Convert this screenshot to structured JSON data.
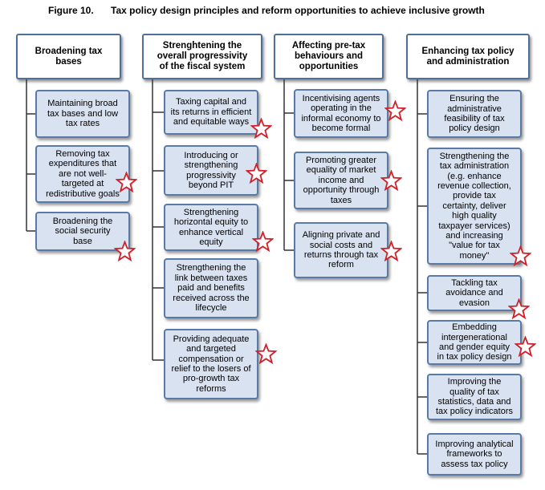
{
  "figure": {
    "number": "Figure 10.",
    "title": "Tax policy design principles and reform opportunities to achieve inclusive growth"
  },
  "columns": [
    {
      "header": "Broadening tax\nbases",
      "items": [
        {
          "text": "Maintaining broad\ntax bases and low\ntax rates",
          "star": false
        },
        {
          "text": "Removing tax\nexpenditures that\nare not well-\ntargeted at\nredistributive goals",
          "star": true
        },
        {
          "text": "Broadening the\nsocial security\nbase",
          "star": true
        }
      ]
    },
    {
      "header": "Strenghtening the\noverall progressivity\nof the fiscal system",
      "items": [
        {
          "text": "Taxing capital and\nits returns in efficient\nand equitable ways",
          "star": true
        },
        {
          "text": "Introducing or\nstrengthening\nprogressivity\nbeyond PIT",
          "star": true
        },
        {
          "text": "Strengthening\nhorizontal equity to\nenhance vertical\nequity",
          "star": true
        },
        {
          "text": "Strengthening the\nlink between taxes\npaid and benefits\nreceived across the\nlifecycle",
          "star": false
        },
        {
          "text": "Providing adequate\nand targeted\ncompensation or\nrelief to the losers of\npro-growth tax\nreforms",
          "star": true
        }
      ]
    },
    {
      "header": "Affecting pre-tax\nbehaviours and\nopportunities",
      "items": [
        {
          "text": "Incentivising agents\noperating in the\ninformal economy to\nbecome formal",
          "star": true
        },
        {
          "text": "Promoting greater\nequality of market\nincome and\nopportunity through\ntaxes",
          "star": true
        },
        {
          "text": "Aligning private and\nsocial costs and\nreturns through tax\nreform",
          "star": true
        }
      ]
    },
    {
      "header": "Enhancing tax policy\nand administration",
      "items": [
        {
          "text": "Ensuring the\nadministrative\nfeasibility of tax\npolicy design",
          "star": false
        },
        {
          "text": "Strengthening the\ntax administration\n(e.g. enhance\nrevenue collection,\nprovide tax\ncertainty, deliver\nhigh quality\ntaxpayer services)\nand increasing\n\"value for tax\nmoney\"",
          "star": true
        },
        {
          "text": "Tackling tax\navoidance and\nevasion",
          "star": true
        },
        {
          "text": "Embedding\nintergenerational\nand gender equity\nin tax policy design",
          "star": true
        },
        {
          "text": "Improving the\nquality of tax\nstatistics, data and\ntax policy indicators",
          "star": false
        },
        {
          "text": "Improving analytical\nframeworks to\nassess tax policy",
          "star": false
        }
      ]
    }
  ]
}
